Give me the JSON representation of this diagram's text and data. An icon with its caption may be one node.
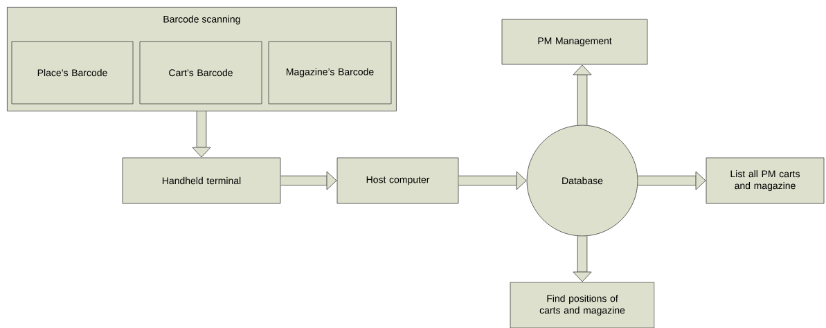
{
  "diagram": {
    "nodes": [
      {
        "text": [
          "Barcode scanning"
        ]
      },
      {
        "text": [
          "Place’s Barcode"
        ],
        "in": 0
      },
      {
        "text": [
          "Cart’s Barcode"
        ],
        "in": 0
      },
      {
        "text": [
          "Magazine’s Barcode"
        ],
        "in": 0
      },
      {
        "text": [
          "Handheld terminal"
        ]
      },
      {
        "text": [
          "Host computer"
        ]
      },
      {
        "text": [
          "Database"
        ]
      },
      {
        "text": [
          "PM Management"
        ]
      },
      {
        "text": [
          "List all PM carts and magazine"
        ]
      },
      {
        "text": [
          "Find positions of carts and magazine"
        ]
      }
    ],
    "edges": [
      {
        "from": 0,
        "to": 4,
        "arrow": "to"
      },
      {
        "from": 4,
        "to": 5,
        "arrow": "to"
      },
      {
        "from": 5,
        "to": 6,
        "arrow": "to"
      },
      {
        "from": 6,
        "to": 7,
        "arrow": "to"
      },
      {
        "from": 6,
        "to": 8,
        "arrow": "to"
      },
      {
        "from": 6,
        "to": 9,
        "arrow": "to"
      }
    ]
  }
}
